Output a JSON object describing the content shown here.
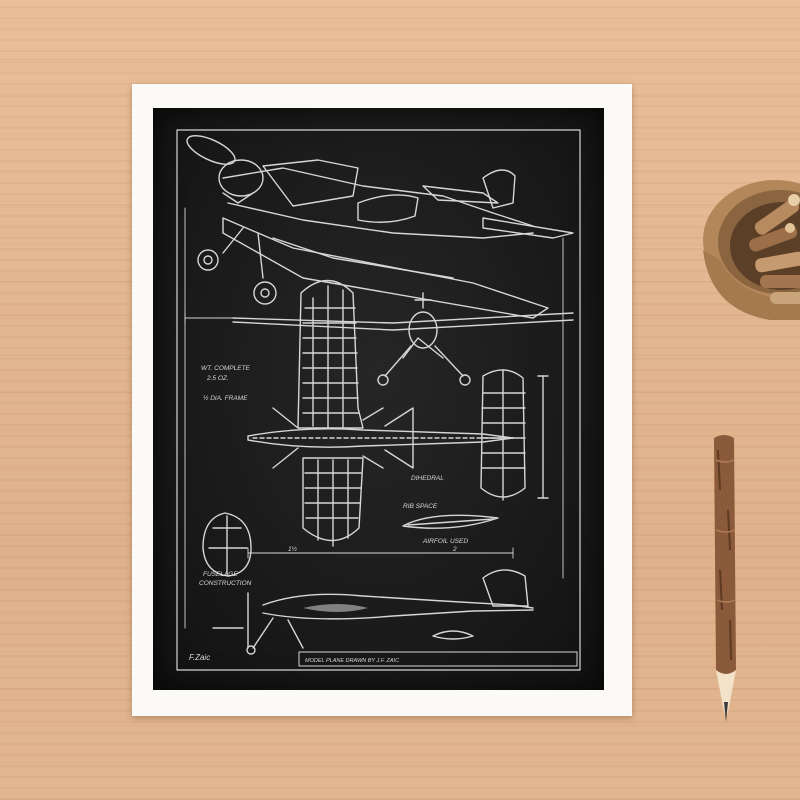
{
  "scene": {
    "colors": {
      "wood": "#e3b791",
      "mat": "#fbfaf7",
      "print_bg": "#1b1b1b",
      "ink": "#e9e9e9",
      "pot": "#a77a4e",
      "pencil_bark": "#8a5a3a"
    }
  },
  "blueprint": {
    "labels": {
      "weight_1": "WT. COMPLETE",
      "weight_2": "2.5 OZ.",
      "note_1": "½ DIA. FRAME",
      "section_title": "FUSELAGE",
      "section_sub": "CONSTRUCTION",
      "stab_label": "DIHEDRAL",
      "rib_label": "RIB SPACE",
      "airfoil_label": "AIRFOIL USED",
      "dim_1": "1½",
      "dim_2": "2",
      "signature": "F.Zaic",
      "title_block": "MODEL PLANE DRAWN BY J.F. ZAIC"
    }
  }
}
